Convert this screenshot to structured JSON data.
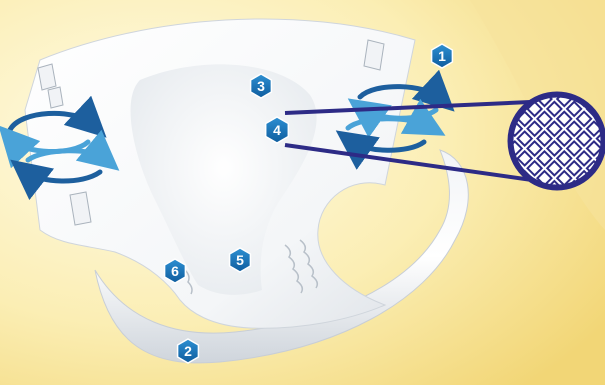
{
  "colors": {
    "background_light": "#fdf6d0",
    "background_dark": "#f3d777",
    "diaper_white": "#ffffff",
    "diaper_shadow": "#d9dde3",
    "badge_blue": "#1572b8",
    "callout_navy": "#2d2b86",
    "arrow_blue": "#4aa3d8",
    "arrow_dark": "#1d5f9e"
  },
  "icons": {
    "badge": "hexagon-icon",
    "rotate": "rotation-arrows-icon",
    "magnifier": "mesh-magnifier-icon"
  },
  "badges": [
    {
      "label": "1"
    },
    {
      "label": "2"
    },
    {
      "label": "3"
    },
    {
      "label": "4"
    },
    {
      "label": "5"
    },
    {
      "label": "6"
    }
  ]
}
